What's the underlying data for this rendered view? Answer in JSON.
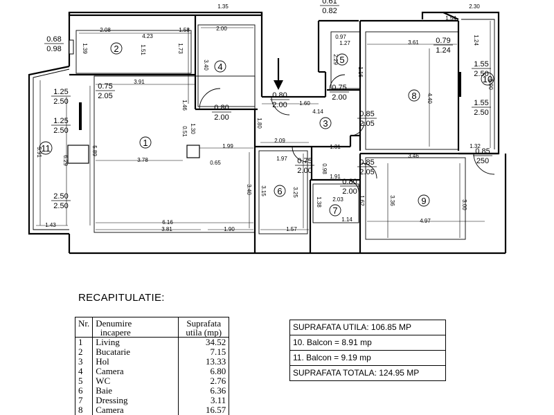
{
  "plan": {
    "rooms": [
      {
        "num": "1"
      },
      {
        "num": "2"
      },
      {
        "num": "3"
      },
      {
        "num": "4"
      },
      {
        "num": "5"
      },
      {
        "num": "6"
      },
      {
        "num": "7"
      },
      {
        "num": "8"
      },
      {
        "num": "9"
      },
      {
        "num": "10"
      },
      {
        "num": "11"
      }
    ],
    "dimensions": [
      "1.35",
      "2.08",
      "4.23",
      "1.58",
      "1.39",
      "1.51",
      "1.73",
      "2.00",
      "3.40",
      "0.97",
      "1.27",
      "2.29",
      "1.16",
      "1.54",
      "2.30",
      "1.24",
      "3.61",
      "4.40",
      "5.90",
      "3.91",
      "1.46",
      "4.14",
      "1.60",
      "1.80",
      "1.30",
      "0.51",
      "1.99",
      "3.78",
      "0.65",
      "2.09",
      "1.31",
      "1.97",
      "0.98",
      "1.91",
      "3.25",
      "3.15",
      "3.40",
      "1.38",
      "2.03",
      "1.62",
      "1.14",
      "1.57",
      "3.46",
      "1.32",
      "3.36",
      "3.00",
      "4.97",
      "5.91",
      "6.29",
      "5.89",
      "1.43",
      "3.81",
      "6.16",
      "1.90"
    ],
    "openings": [
      {
        "w": "0.61",
        "h": "0.82"
      },
      {
        "w": "0.68",
        "h": "0.98"
      },
      {
        "w": "0.79",
        "h": "1.24"
      },
      {
        "w": "0.75",
        "h": "2.05"
      },
      {
        "w": "1.25",
        "h": "2.50"
      },
      {
        "w": "1.25",
        "h": "2.50"
      },
      {
        "w": "2.50",
        "h": "2.50"
      },
      {
        "w": "0.80",
        "h": "2.00"
      },
      {
        "w": "0.80",
        "h": "2.00"
      },
      {
        "w": "0.75",
        "h": "2.00"
      },
      {
        "w": "0.85",
        "h": "2.05"
      },
      {
        "w": "1.55",
        "h": "2.50"
      },
      {
        "w": "1.55",
        "h": "2.50"
      },
      {
        "w": "0.85",
        "h": "250"
      },
      {
        "w": "0.75",
        "h": "2.00"
      },
      {
        "w": "0.85",
        "h": "2.05"
      },
      {
        "w": "0.80",
        "h": "2.00"
      }
    ]
  },
  "recap": {
    "title": "RECAPITULATIE:",
    "headers": {
      "nr": "Nr.",
      "name_line1": "Denumire",
      "name_line2": "incapere",
      "area_line1": "Suprafata",
      "area_line2": "utila (mp)"
    },
    "rows": [
      {
        "nr": "1",
        "name": "Living",
        "area": "34.52"
      },
      {
        "nr": "2",
        "name": "Bucatarie",
        "area": "7.15"
      },
      {
        "nr": "3",
        "name": "Hol",
        "area": "13.33"
      },
      {
        "nr": "4",
        "name": "Camera",
        "area": "6.80"
      },
      {
        "nr": "5",
        "name": "WC",
        "area": "2.76"
      },
      {
        "nr": "6",
        "name": "Baie",
        "area": "6.36"
      },
      {
        "nr": "7",
        "name": "Dressing",
        "area": "3.11"
      },
      {
        "nr": "8",
        "name": "Camera",
        "area": "16.57"
      }
    ]
  },
  "summary": {
    "utila": "SUPRAFATA UTILA: 106.85 MP",
    "balcon10": "10. Balcon = 8.91 mp",
    "balcon11": "11. Balcon = 9.19 mp",
    "totala": "SUPRAFATA TOTALA: 124.95 MP"
  }
}
